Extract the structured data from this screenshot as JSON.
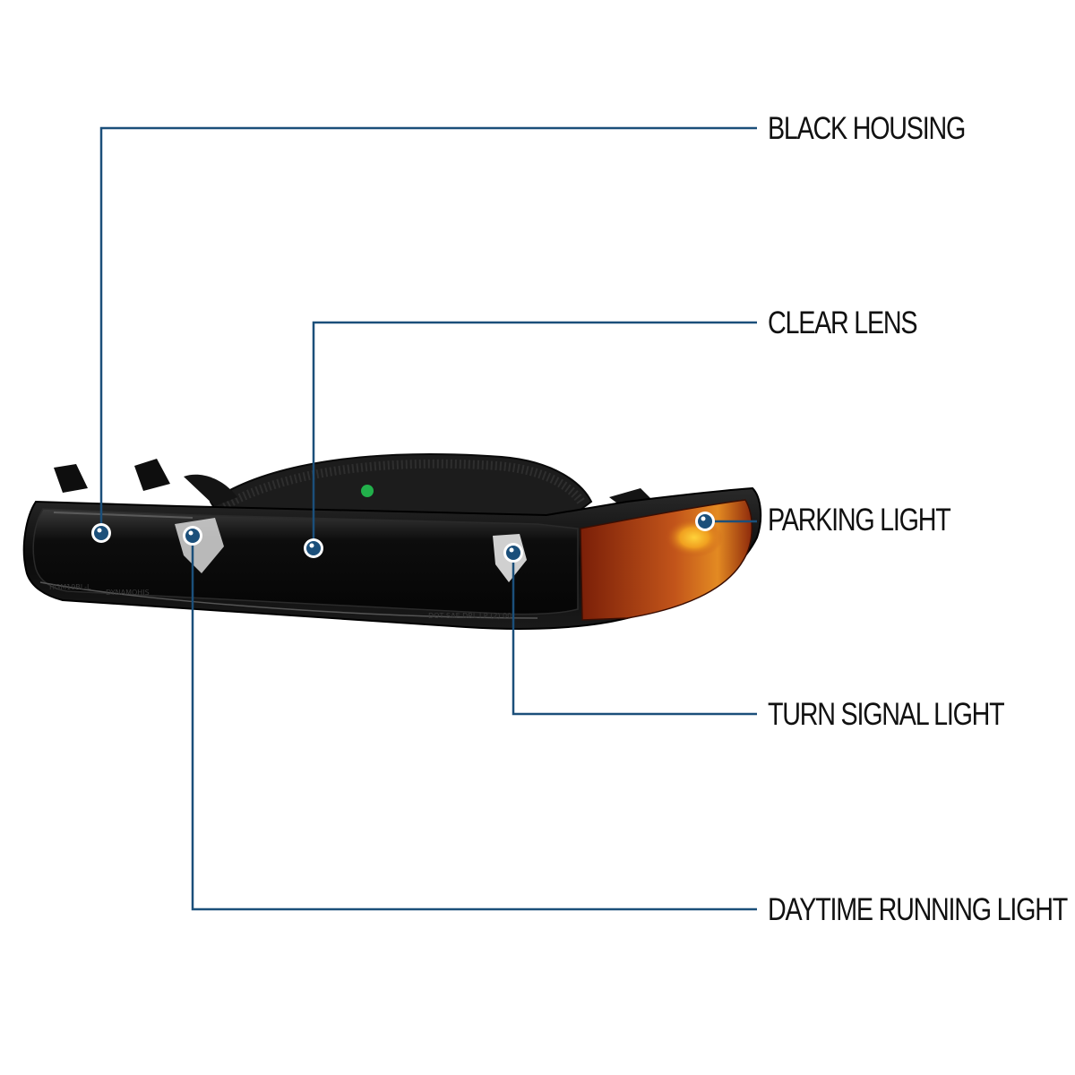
{
  "callouts": {
    "black_housing": "BLACK HOUSING",
    "clear_lens": "CLEAR LENS",
    "parking_light": "PARKING LIGHT",
    "turn_signal_light": "TURN SIGNAL LIGHT",
    "daytime_running_light": "DAYTIME RUNNING LIGHT"
  },
  "product_markings": {
    "part_number": "HGM19BL-L",
    "brand": "DYNAMOHIS",
    "certification": "DOT SAE DRL I P (2) 00"
  },
  "colors": {
    "callout_line": "#1b4f7a",
    "callout_dot": "#1b4f7a",
    "amber_lens": "#b84a10",
    "housing": "#101010"
  }
}
